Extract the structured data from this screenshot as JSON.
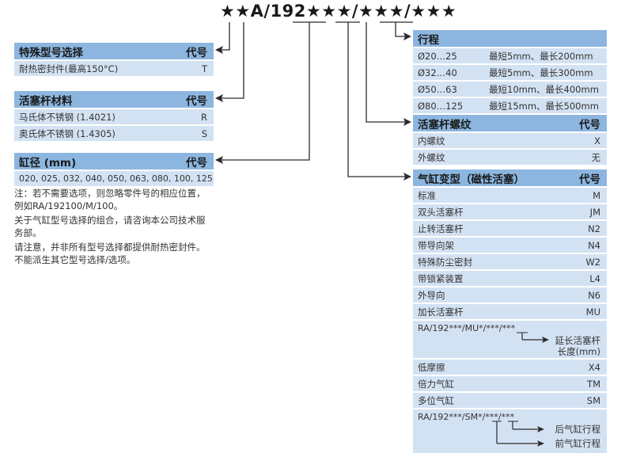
{
  "model_code": "★★A/192★★★/★★★/★★★",
  "special": {
    "title": "特殊型号选择",
    "code_header": "代号",
    "rows": [
      {
        "label": "耐热密封件(最高150°C)",
        "code": "T"
      }
    ]
  },
  "rod_material": {
    "title": "活塞杆材料",
    "code_header": "代号",
    "rows": [
      {
        "label": "马氏体不锈钢 (1.4021)",
        "code": "R"
      },
      {
        "label": "奥氏体不锈钢 (1.4305)",
        "code": "S"
      }
    ]
  },
  "bore": {
    "title": "缸径 (mm)",
    "code_header": "代号",
    "values": "020, 025, 032, 040, 050, 063, 080, 100, 125"
  },
  "notes": [
    "注：若不需要选项，则忽略零件号的相应位置，例如RA/192100/M/100。",
    "关于气缸型号选择的组合，请咨询本公司技术服务部。",
    "请注意，并非所有型号选择都提供耐热密封件。不能派生其它型号选择/选项。"
  ],
  "stroke": {
    "title": "行程",
    "rows": [
      {
        "bore": "Ø20…25",
        "range": "最短5mm、最长200mm"
      },
      {
        "bore": "Ø32…40",
        "range": "最短5mm、最长300mm"
      },
      {
        "bore": "Ø50…63",
        "range": "最短10mm、最长400mm"
      },
      {
        "bore": "Ø80…125",
        "range": "最短15mm、最长500mm"
      }
    ]
  },
  "rod_thread": {
    "title": "活塞杆螺纹",
    "code_header": "代号",
    "rows": [
      {
        "label": "内螺纹",
        "code": "X"
      },
      {
        "label": "外螺纹",
        "code": "无"
      }
    ]
  },
  "variants": {
    "title": "气缸变型（磁性活塞）",
    "code_header": "代号",
    "rows_a": [
      {
        "label": "标准",
        "code": "M"
      },
      {
        "label": "双头活塞杆",
        "code": "JM"
      },
      {
        "label": "止转活塞杆",
        "code": "N2"
      },
      {
        "label": "带导向架",
        "code": "N4"
      },
      {
        "label": "特殊防尘密封",
        "code": "W2"
      },
      {
        "label": "带锁紧装置",
        "code": "L4"
      },
      {
        "label": "外导向",
        "code": "N6"
      },
      {
        "label": "加长活塞杆",
        "code": "MU"
      }
    ],
    "mu_example": {
      "code": "RA/192***/MU*/***/***",
      "label_line1": "延长活塞杆",
      "label_line2": "长度(mm)"
    },
    "rows_b": [
      {
        "label": "低摩擦",
        "code": "X4"
      },
      {
        "label": "倍力气缸",
        "code": "TM"
      },
      {
        "label": "多位气缸",
        "code": "SM"
      }
    ],
    "sm_example": {
      "code": "RA/192***/SM*/***/***",
      "label_rear": "后气缸行程",
      "label_front": "前气缸行程"
    }
  },
  "colors": {
    "header": "#8cb6e0",
    "row": "#d3e2f3",
    "line": "#2b2b2b"
  }
}
